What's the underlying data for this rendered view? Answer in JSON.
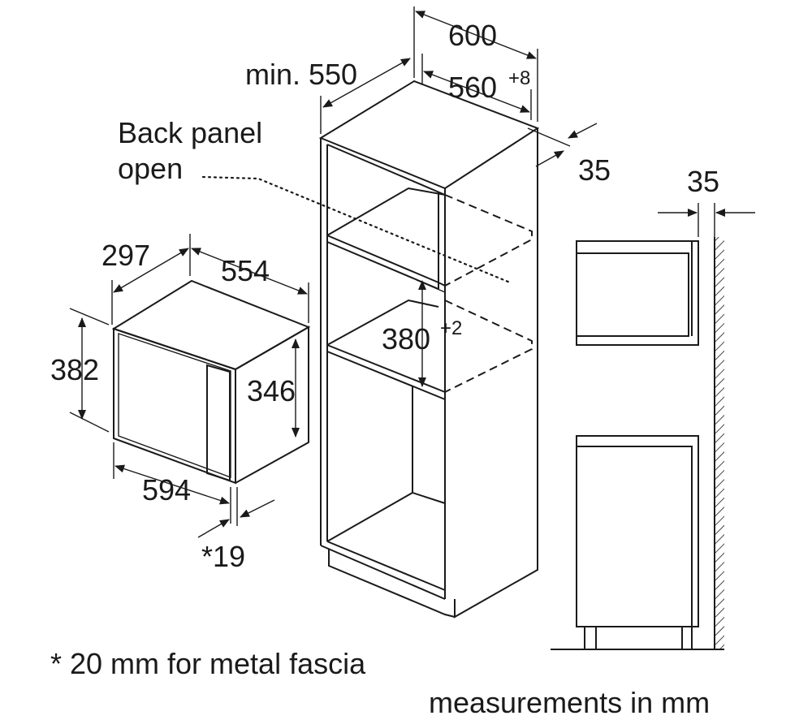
{
  "appliance": {
    "depth": "297",
    "width": "554",
    "height": "382",
    "door_height": "346",
    "front_width": "594",
    "fascia": "*19"
  },
  "cabinet": {
    "min_depth_label": "min. 550",
    "width": "600",
    "inner_width": "560",
    "inner_width_tol": "+8",
    "back_gap": "35",
    "niche_height": "380",
    "niche_height_tol": "+2"
  },
  "side_view": {
    "back_gap": "35"
  },
  "notes": {
    "back_panel_line1": "Back panel",
    "back_panel_line2": "open",
    "footnote": "* 20 mm for metal fascia",
    "units": "measurements in mm"
  }
}
